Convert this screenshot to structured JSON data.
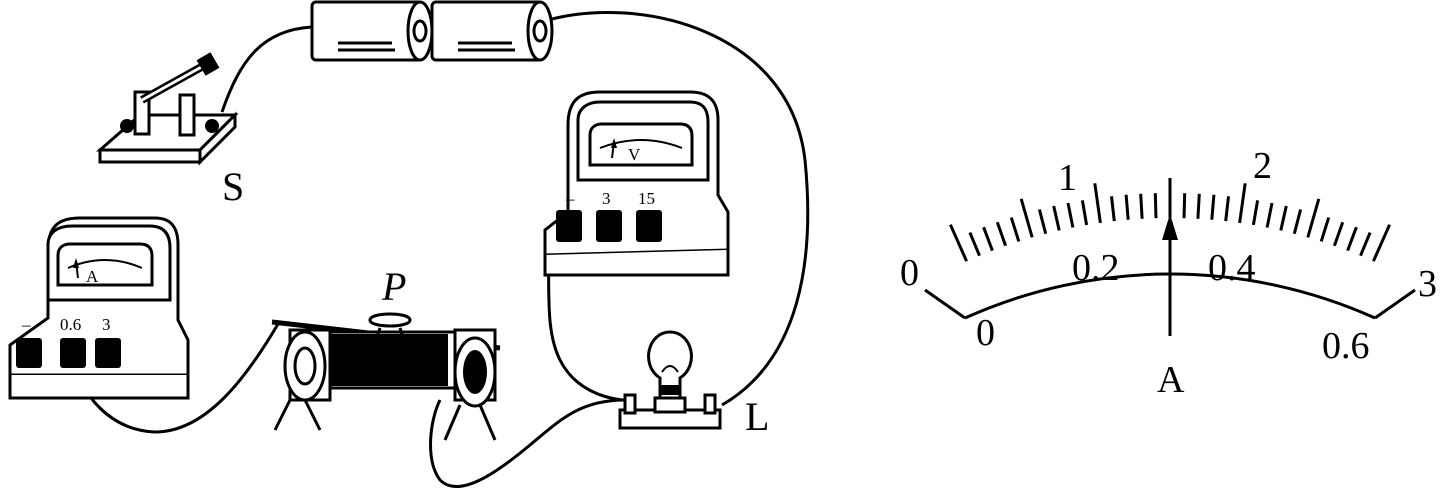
{
  "circuit": {
    "switch_label": "S",
    "slider_label": "P",
    "lamp_label": "L",
    "ammeter": {
      "dial_letter": "A",
      "terminals": [
        "–",
        "0.6",
        "3"
      ]
    },
    "voltmeter": {
      "dial_letter": "V",
      "terminals": [
        "–",
        "3",
        "15"
      ]
    }
  },
  "meter_scale": {
    "outer_ticks": [
      "0",
      "1",
      "2",
      "3"
    ],
    "inner_ticks": [
      "0",
      "0.2",
      "0.4",
      "0.6"
    ],
    "unit_symbol": "A",
    "needle_reading_inner": 0.3
  }
}
